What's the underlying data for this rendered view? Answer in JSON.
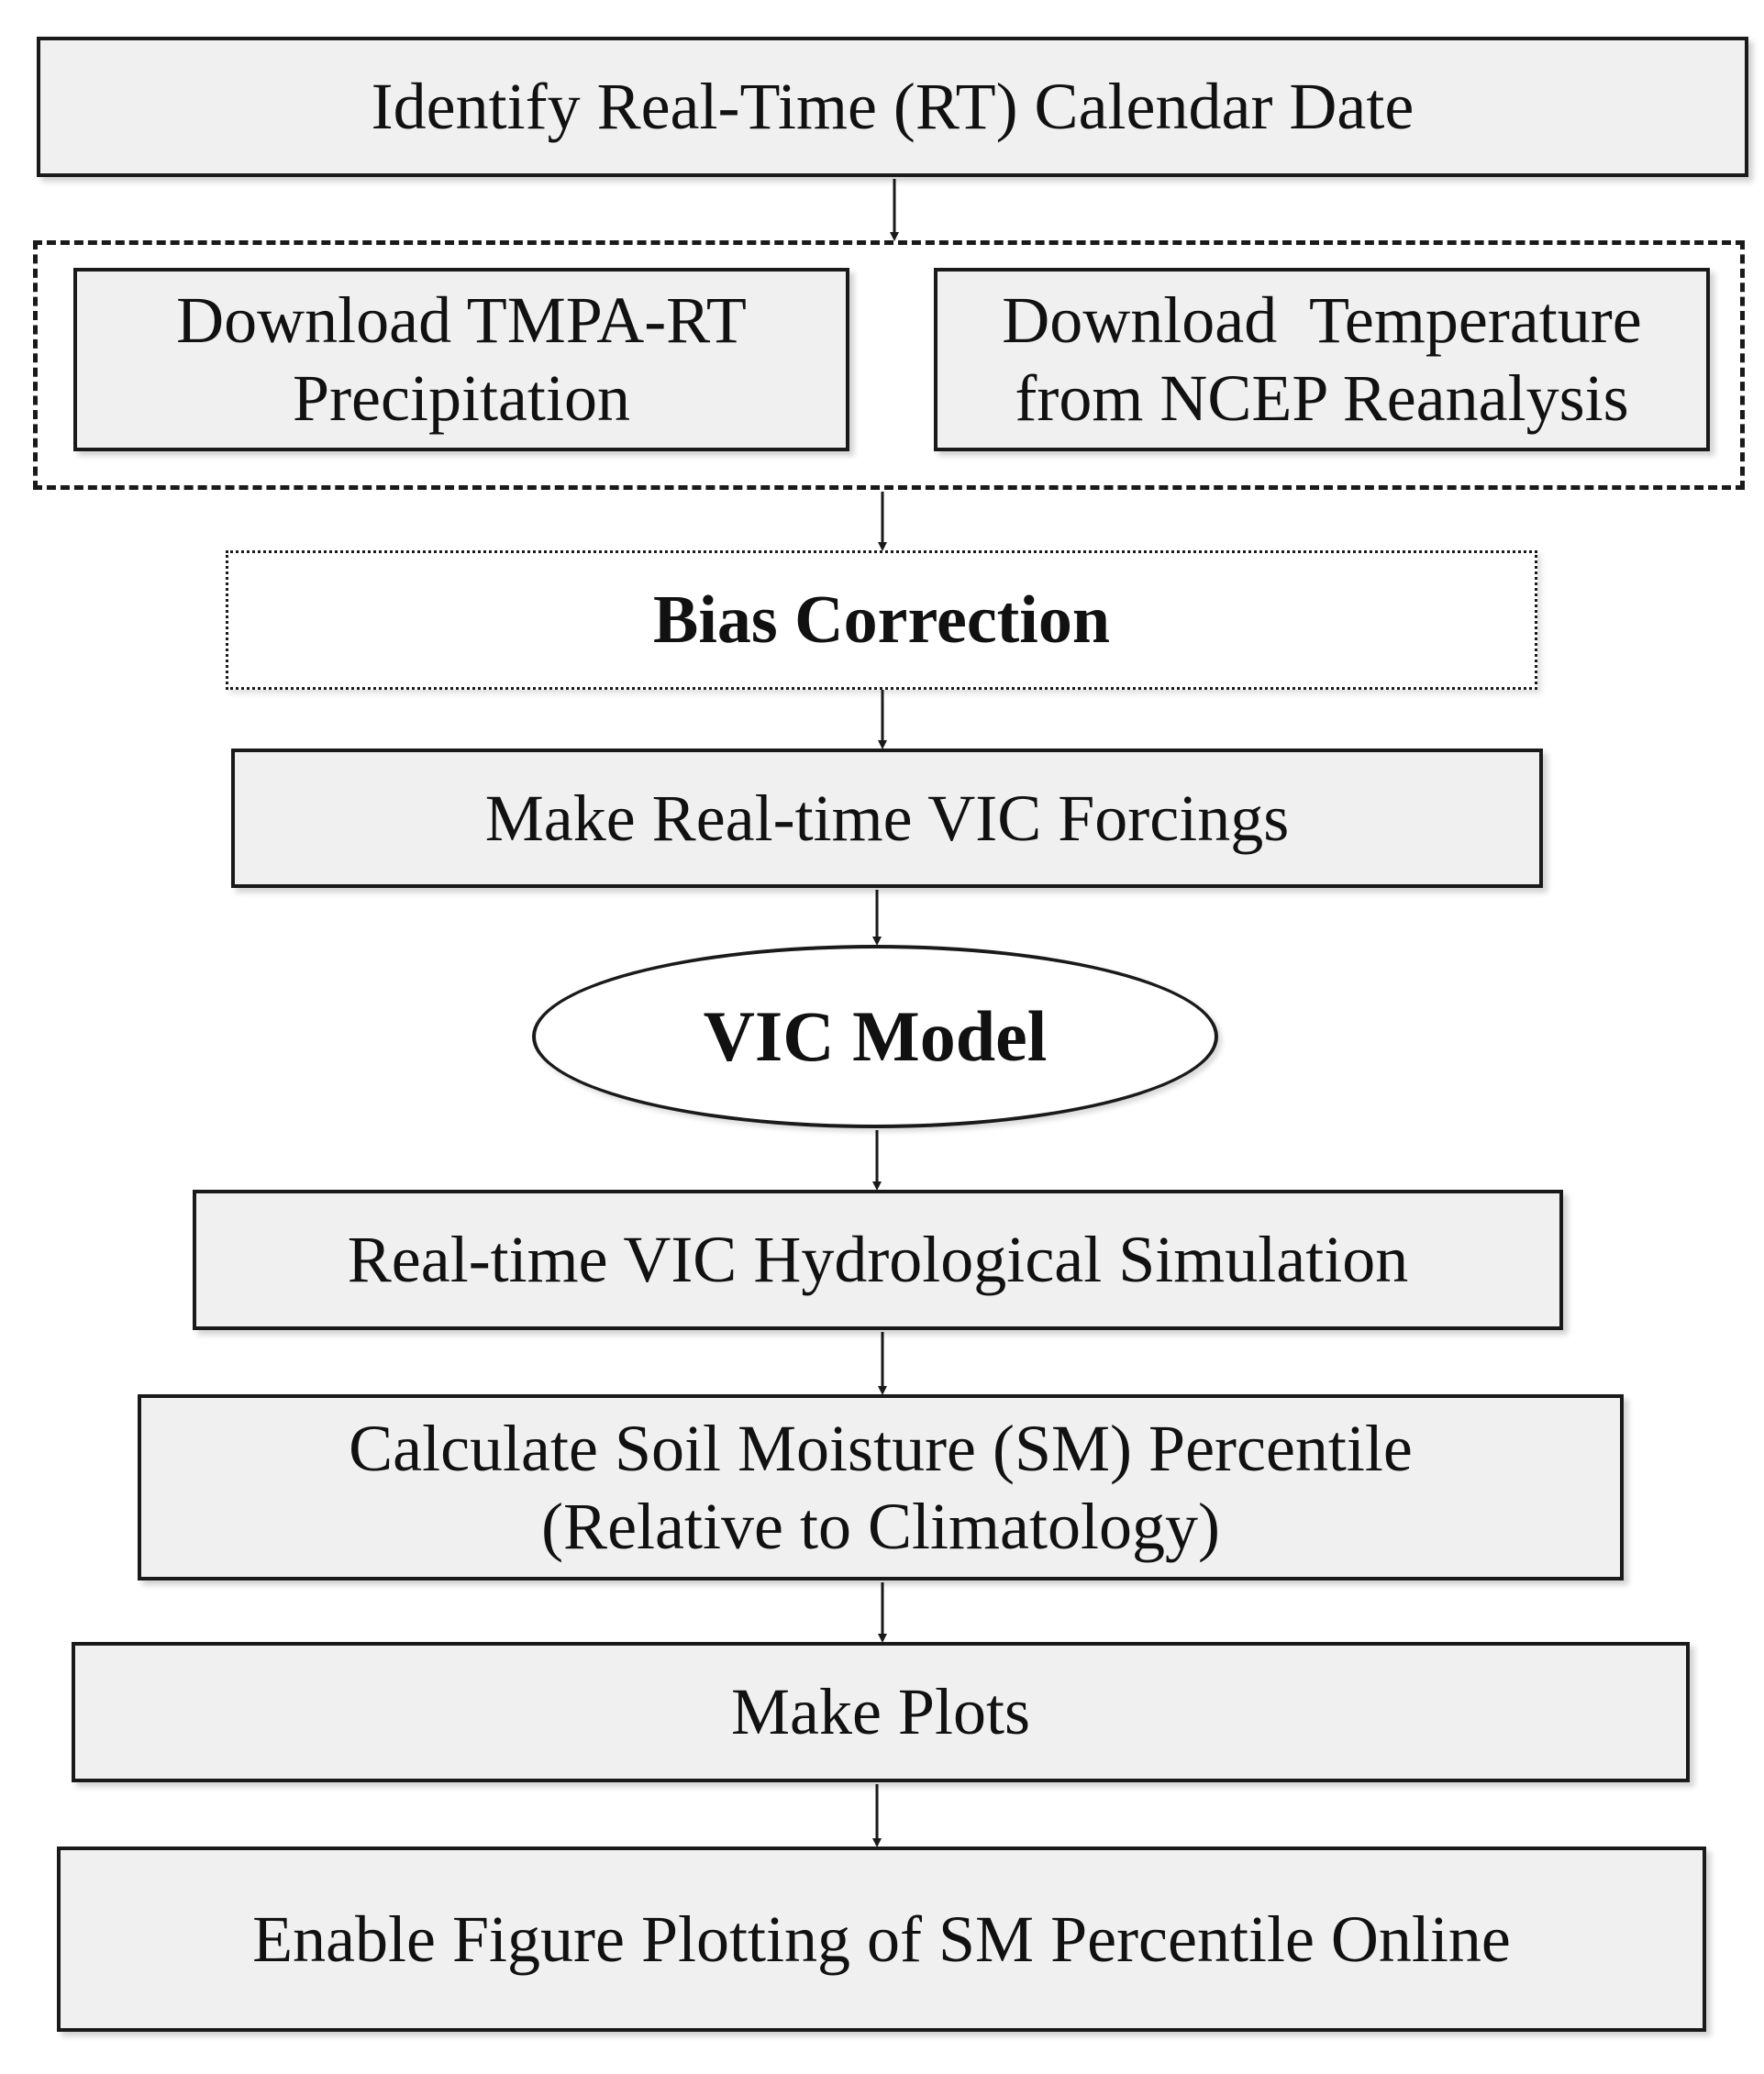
{
  "steps": {
    "identify_date": "Identify Real-Time (RT) Calendar Date",
    "download_tmpa_line1": "Download TMPA-RT",
    "download_tmpa_line2": "Precipitation",
    "download_temp_line1": "Download  Temperature",
    "download_temp_line2": "from NCEP Reanalysis",
    "bias_correction": "Bias Correction",
    "make_forcings": "Make Real-time VIC Forcings",
    "vic_model": "VIC Model",
    "hydrological_simulation": "Real-time VIC Hydrological Simulation",
    "calc_sm_line1": "Calculate Soil Moisture (SM) Percentile",
    "calc_sm_line2": "(Relative to Climatology)",
    "make_plots": "Make Plots",
    "enable_plotting": "Enable Figure Plotting of SM Percentile Online"
  },
  "colors": {
    "box_fill": "#f0f0f0",
    "border": "#1a1a1a",
    "background": "#ffffff"
  }
}
